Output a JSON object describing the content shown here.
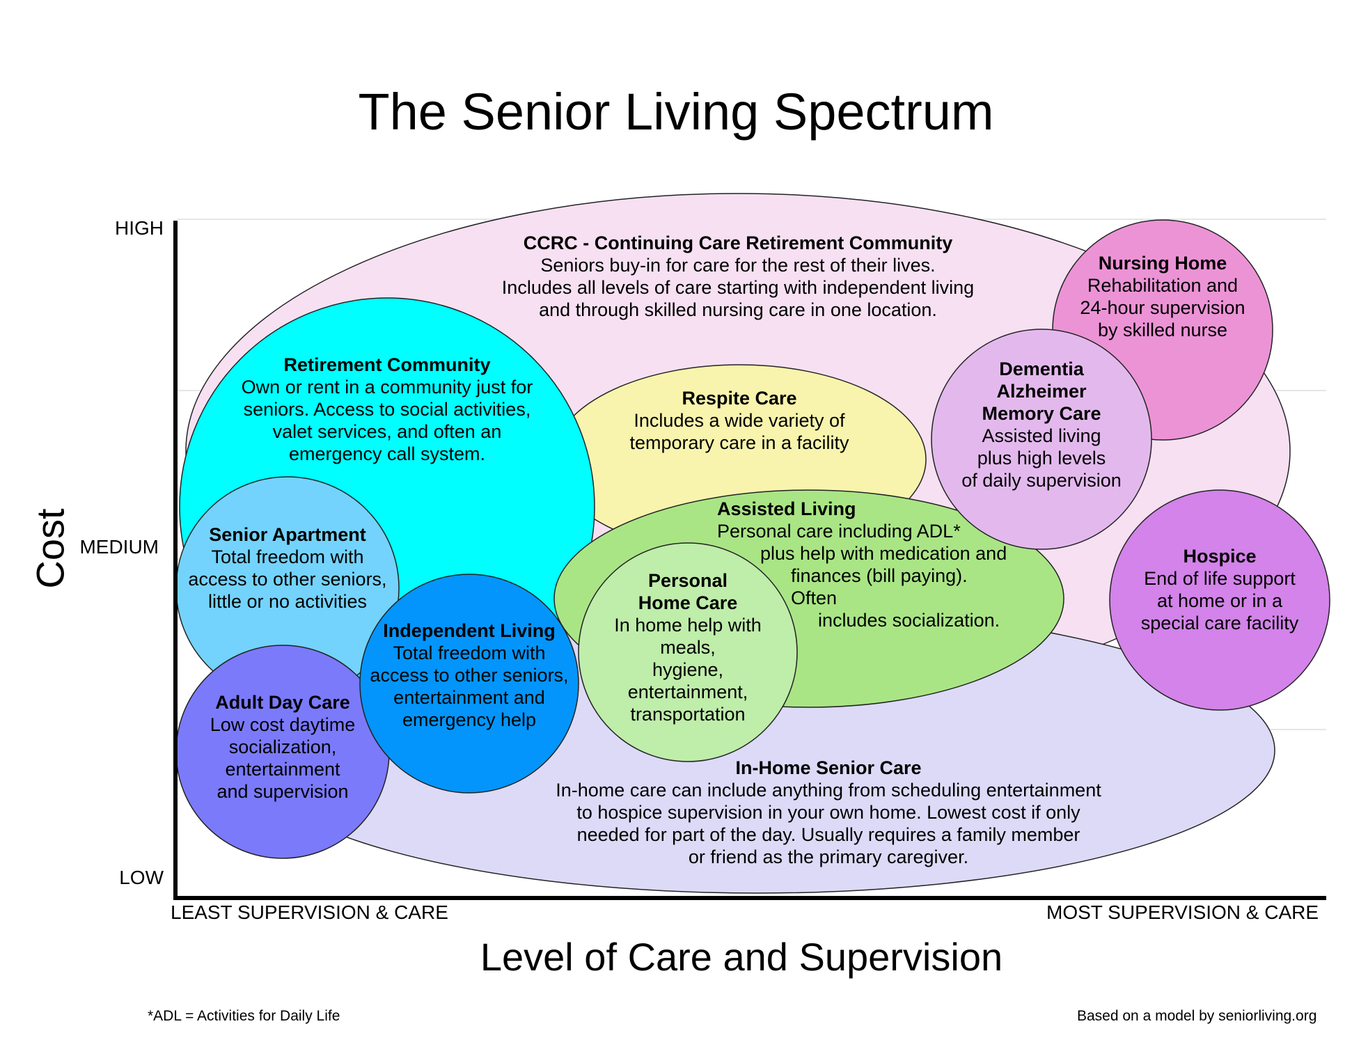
{
  "title": "The Senior Living Spectrum",
  "y_axis": {
    "label": "Cost",
    "high": "HIGH",
    "medium": "MEDIUM",
    "low": "LOW"
  },
  "x_axis": {
    "label": "Level of Care and Supervision",
    "left": "LEAST SUPERVISION & CARE",
    "right": "MOST SUPERVISION & CARE"
  },
  "footnotes": {
    "adl": "*ADL = Activities for Daily Life",
    "source": "Based on a model by seniorliving.org"
  },
  "colors": {
    "ccrc": "#f6e0f2",
    "inhome": "#dcdaf6",
    "respite": "#f8f4ad",
    "assisted": "#a9e585",
    "retirement": "#00ffff",
    "apartment": "#73d3fd",
    "adultday": "#7b7afb",
    "independent": "#0395fb",
    "personal": "#bfedaa",
    "nursing": "#ec93d6",
    "dementia": "#e3b9ed",
    "hospice": "#d383e9"
  },
  "nodes": {
    "ccrc": {
      "heading": "CCRC - Continuing Care Retirement Community",
      "lines": [
        "Seniors buy-in for care for the rest of their lives.",
        "Includes all levels of care starting with independent living",
        "and through skilled nursing care in one location."
      ]
    },
    "retirement": {
      "heading": "Retirement Community",
      "lines": [
        "Own or rent in a community just for",
        "seniors. Access to social activities,",
        "valet services, and often an",
        "emergency call system."
      ]
    },
    "respite": {
      "heading": "Respite Care",
      "lines": [
        "Includes a wide variety of",
        "temporary care in a facility"
      ]
    },
    "nursing": {
      "heading": "Nursing Home",
      "lines": [
        "Rehabilitation and",
        "24-hour supervision",
        "by skilled nurse"
      ]
    },
    "dementia": {
      "heading_lines": [
        "Dementia",
        "Alzheimer",
        "Memory Care"
      ],
      "lines": [
        "Assisted living",
        "plus high levels",
        "of daily supervision"
      ]
    },
    "assisted": {
      "heading": "Assisted Living",
      "lines": [
        "Personal care including ADL*",
        "plus help with medication and",
        "finances (bill paying). Often",
        "includes socialization."
      ]
    },
    "apartment": {
      "heading": "Senior Apartment",
      "lines": [
        "Total freedom with",
        "access to other seniors,",
        "little or no activities"
      ]
    },
    "hospice": {
      "heading": "Hospice",
      "lines": [
        "End of life support",
        "at home or in a",
        "special care facility"
      ]
    },
    "personal": {
      "heading_lines": [
        "Personal",
        "Home Care"
      ],
      "lines": [
        "In home help with",
        "meals,",
        "hygiene,",
        "entertainment,",
        "transportation"
      ]
    },
    "independent": {
      "heading": "Independent Living",
      "lines": [
        "Total freedom with",
        "access to other seniors,",
        "entertainment and",
        "emergency help"
      ]
    },
    "adultday": {
      "heading": "Adult Day Care",
      "lines": [
        "Low cost daytime",
        "socialization,",
        "entertainment",
        "and supervision"
      ]
    },
    "inhome": {
      "heading": "In-Home Senior Care",
      "lines": [
        "In-home care can include anything from scheduling entertainment",
        "to hospice supervision in your own home. Lowest cost if only",
        "needed for part of the day. Usually requires a family member",
        "or friend as the primary caregiver."
      ]
    }
  }
}
